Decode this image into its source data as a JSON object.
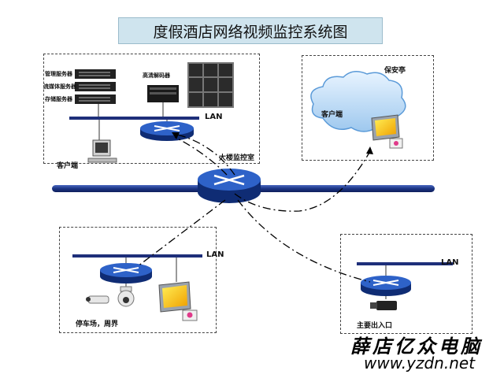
{
  "title": "度假酒店网络视频监控系统图",
  "labels": {
    "mgmt_server": "管理服务器",
    "stream_server": "流媒体服务器",
    "storage_server": "存储服务器",
    "hd_decoder": "高清解码器",
    "lan_top": "LAN",
    "client_top": "客户端",
    "security_booth": "保安亭",
    "client_cloud": "客户端",
    "control_room": "大楼监控室",
    "lan_left": "LAN",
    "parking": "停车场，周界",
    "lan_right": "LAN",
    "main_entrance": "主要出入口"
  },
  "watermark": {
    "line1": "薛店亿众电脑",
    "line2": "www.yzdn.net"
  },
  "colors": {
    "router": "#1f4fa0",
    "backbone": "#203a8a",
    "title_bg": "#cfe4ee"
  }
}
